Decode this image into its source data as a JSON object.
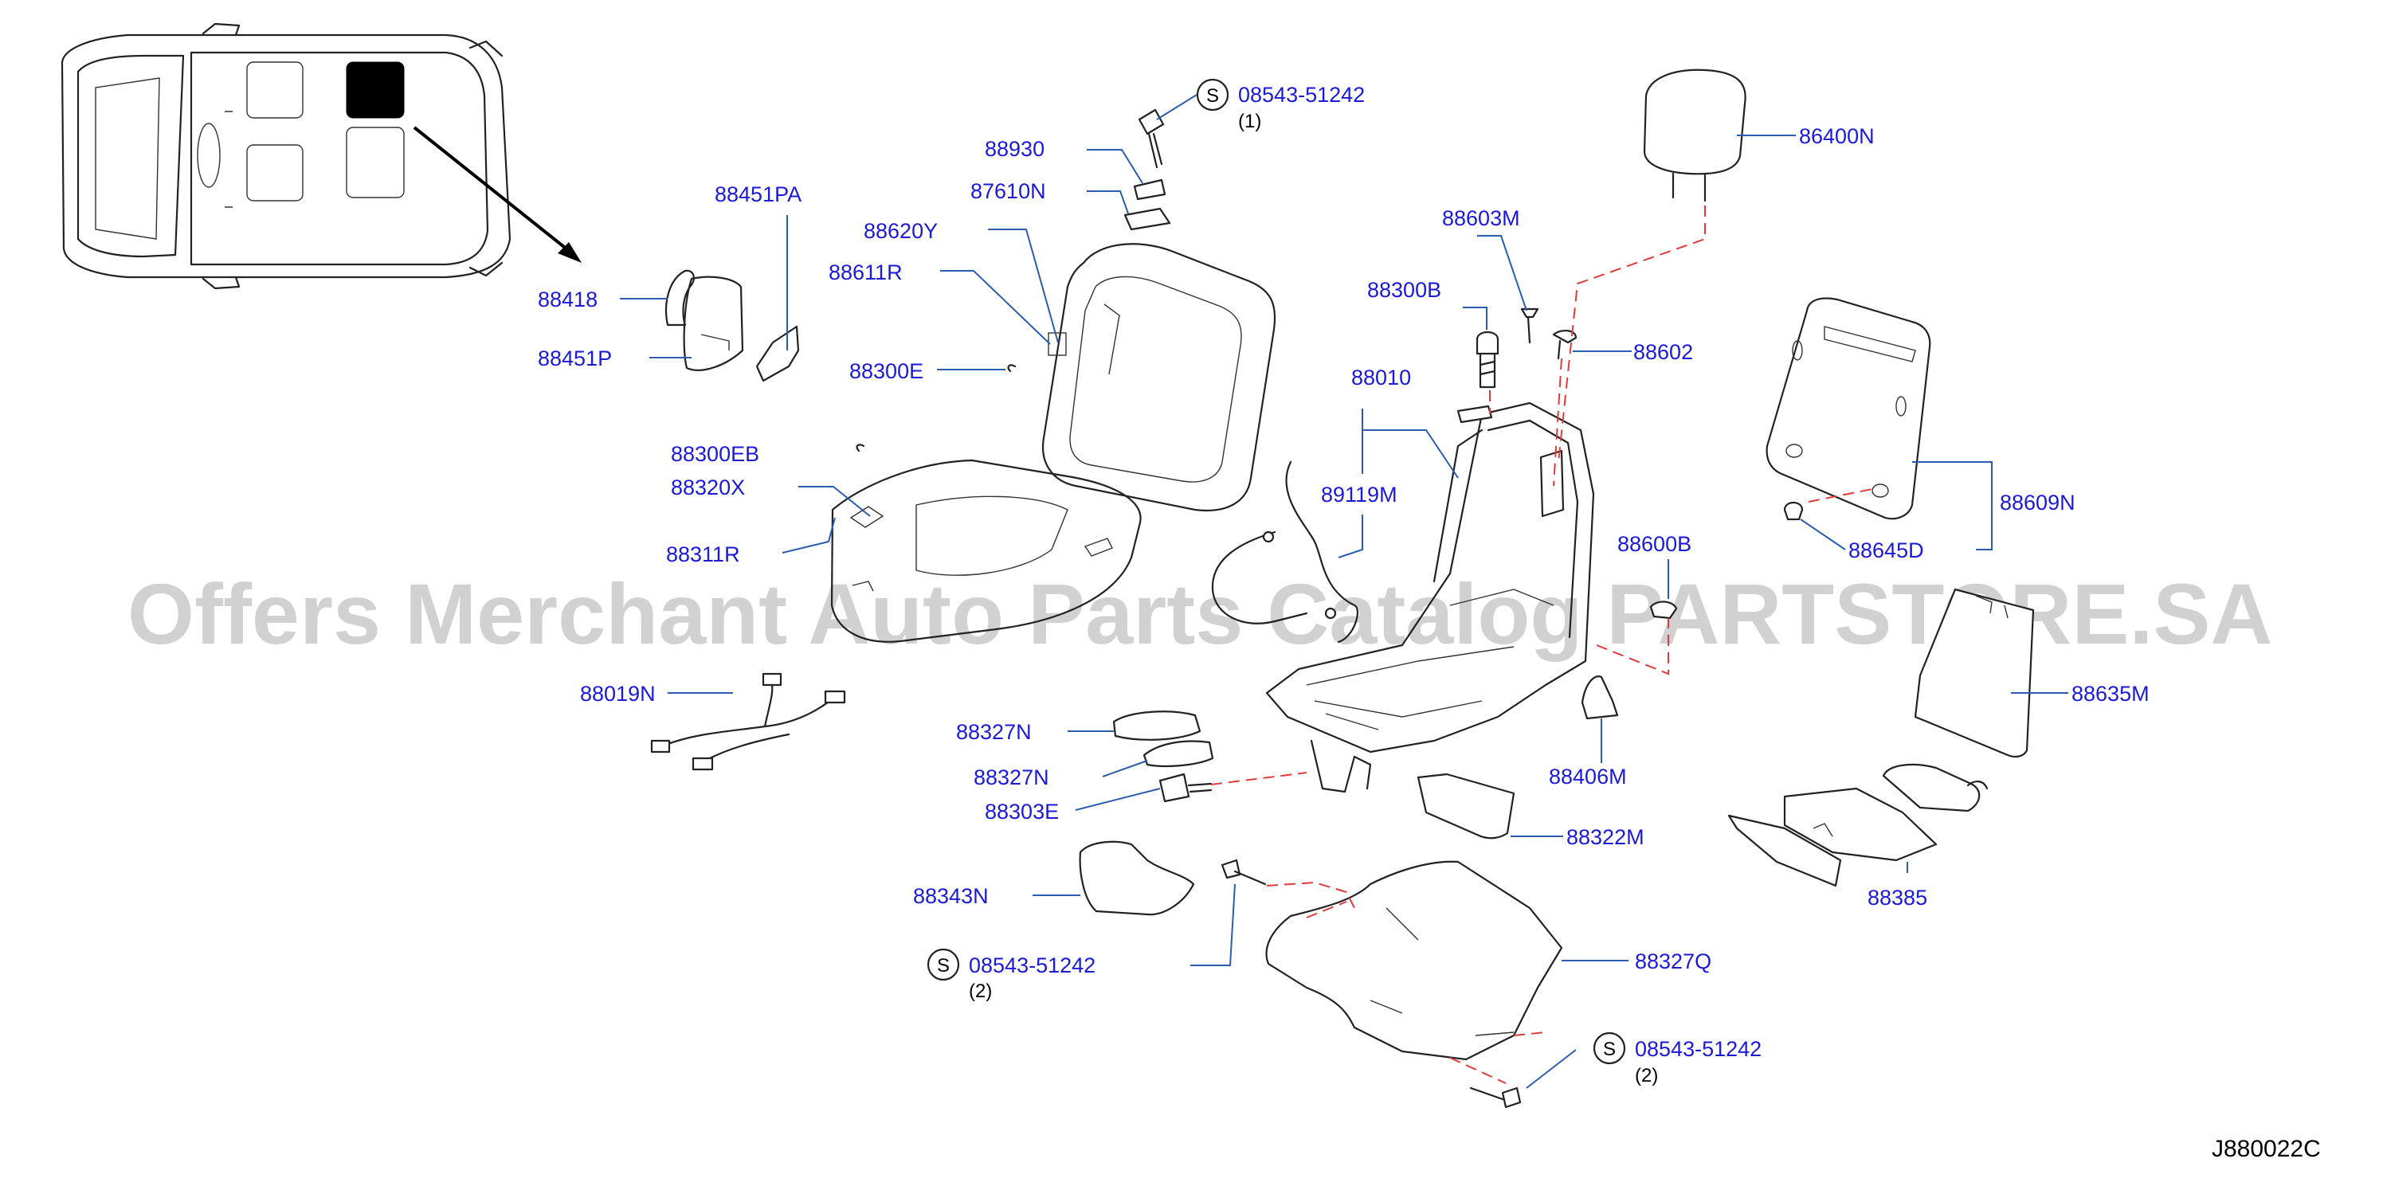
{
  "diagram": {
    "drawing_code": "J880022C",
    "watermark": "Offers Merchant Auto Parts Catalog PARTSTORE.SA",
    "screw_symbol": "S",
    "part_labels": {
      "p88418": "88418",
      "p88451P": "88451P",
      "p88451PA": "88451PA",
      "p88930": "88930",
      "p87610N": "87610N",
      "p88620Y": "88620Y",
      "p88611R": "88611R",
      "p88300E": "88300E",
      "p88300EB": "88300EB",
      "p88320X": "88320X",
      "p88311R": "88311R",
      "p88019N": "88019N",
      "p88327N_a": "88327N",
      "p88327N_b": "88327N",
      "p88303E": "88303E",
      "p88343N": "88343N",
      "p88010": "88010",
      "p89119M": "89119M",
      "p88300B": "88300B",
      "p88603M": "88603M",
      "p88602": "88602",
      "p86400N": "86400N",
      "p88609N": "88609N",
      "p88645D": "88645D",
      "p88600B": "88600B",
      "p88406M": "88406M",
      "p88635M": "88635M",
      "p88322M": "88322M",
      "p88385": "88385",
      "p88327Q": "88327Q"
    },
    "screws": [
      {
        "code": "08543-51242",
        "qty": "(1)"
      },
      {
        "code": "08543-51242",
        "qty": "(2)"
      },
      {
        "code": "08543-51242",
        "qty": "(2)"
      }
    ],
    "colors": {
      "label": "#1a1ad8",
      "leader": "#2a5db0",
      "dashed": "#e23a3a",
      "line_art": "#222222"
    }
  }
}
